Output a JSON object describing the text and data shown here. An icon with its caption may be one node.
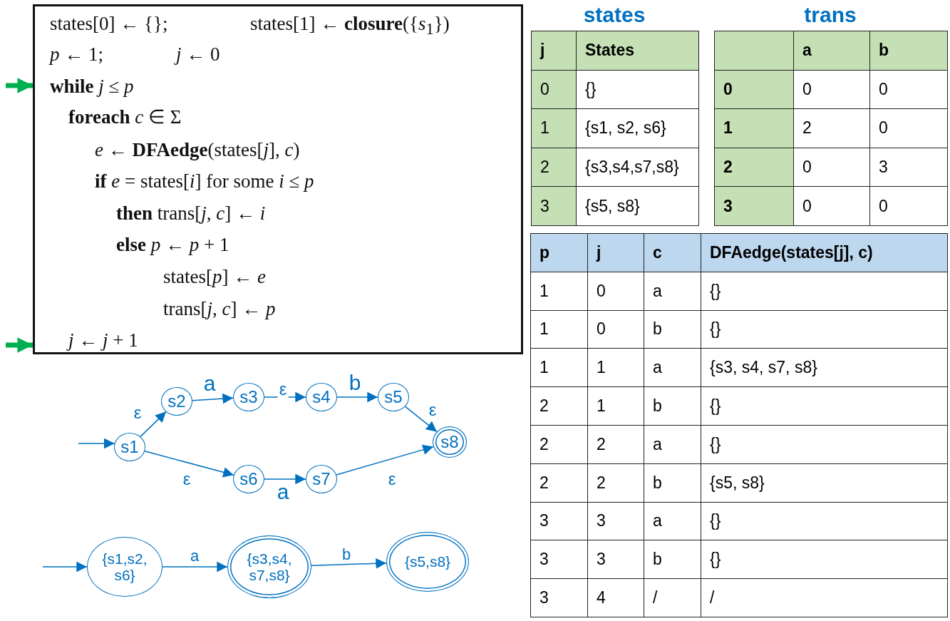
{
  "diagram": {
    "nodes": [
      {
        "text": [
          "states[0] ← {};",
          "states[1] ← **closure**({*s*$_{1}$})",
          "*p* ← 1;",
          "*j* ← 0",
          "**while** *j* ≤ *p*",
          "**foreach** *c* ∈ Σ",
          "*e* ← **DFAedge**(states[*j*], *c*)",
          "**if** *e* = states[*i*] for some *i* ≤ *p*",
          "**then** trans[*j*, *c*] ← *i*",
          "**else** *p* ← *p* + 1",
          "states[*p*] ← *e*",
          "trans[*j*, *c*] ← *p*",
          "*j* ← *j* + 1"
        ]
      },
      {
        "text": [
          "s1"
        ]
      },
      {
        "text": [
          "s2"
        ]
      },
      {
        "text": [
          "s3"
        ]
      },
      {
        "text": [
          "s4"
        ]
      },
      {
        "text": [
          "s5"
        ]
      },
      {
        "text": [
          "s6"
        ]
      },
      {
        "text": [
          "s7"
        ]
      },
      {
        "text": [
          "s8"
        ]
      },
      {
        "text": [
          "{s1,s2, s6}"
        ]
      },
      {
        "text": [
          "{s3,s4, s7,s8}"
        ]
      },
      {
        "text": [
          "{s5,s8}"
        ]
      }
    ],
    "edges": [
      {
        "from": null,
        "to": 0,
        "arrow": "to",
        "style": "thick",
        "color": "#00b050"
      },
      {
        "from": null,
        "to": 0,
        "arrow": "to",
        "style": "thick",
        "color": "#00b050"
      },
      {
        "from": null,
        "to": 1,
        "arrow": "to"
      },
      {
        "from": 1,
        "to": 2,
        "arrow": "to",
        "label": "ε"
      },
      {
        "from": 2,
        "to": 3,
        "arrow": "to",
        "label": "a"
      },
      {
        "from": 3,
        "to": 4,
        "arrow": "to",
        "label": "ε"
      },
      {
        "from": 4,
        "to": 5,
        "arrow": "to",
        "label": "b"
      },
      {
        "from": 5,
        "to": 8,
        "arrow": "to",
        "label": "ε"
      },
      {
        "from": 1,
        "to": 6,
        "arrow": "to",
        "label": "ε"
      },
      {
        "from": 6,
        "to": 7,
        "arrow": "to",
        "label": "a"
      },
      {
        "from": 7,
        "to": 8,
        "arrow": "to",
        "label": "ε"
      },
      {
        "from": null,
        "to": 9,
        "arrow": "to"
      },
      {
        "from": 9,
        "to": 10,
        "arrow": "to",
        "label": "a"
      },
      {
        "from": 10,
        "to": 11,
        "arrow": "to",
        "label": "b"
      }
    ],
    "labels": [
      "states",
      "trans",
      "j",
      "States",
      "0",
      "{}",
      "1",
      "{s1, s2, s6}",
      "2",
      "{s3,s4,s7,s8}",
      "3",
      "{s5, s8}",
      "a",
      "b",
      "0",
      "0",
      "0",
      "1",
      "2",
      "0",
      "2",
      "0",
      "3",
      "3",
      "0",
      "0",
      "p",
      "j",
      "c",
      "DFAedge(states[j], c)",
      "1",
      "0",
      "a",
      "{}",
      "1",
      "0",
      "b",
      "{}",
      "1",
      "1",
      "a",
      "{s3, s4, s7, s8}",
      "2",
      "1",
      "b",
      "{}",
      "2",
      "2",
      "a",
      "{}",
      "2",
      "2",
      "b",
      "{s5, s8}",
      "3",
      "3",
      "a",
      "{}",
      "3",
      "3",
      "b",
      "{}",
      "3",
      "4",
      "/",
      "/"
    ]
  }
}
